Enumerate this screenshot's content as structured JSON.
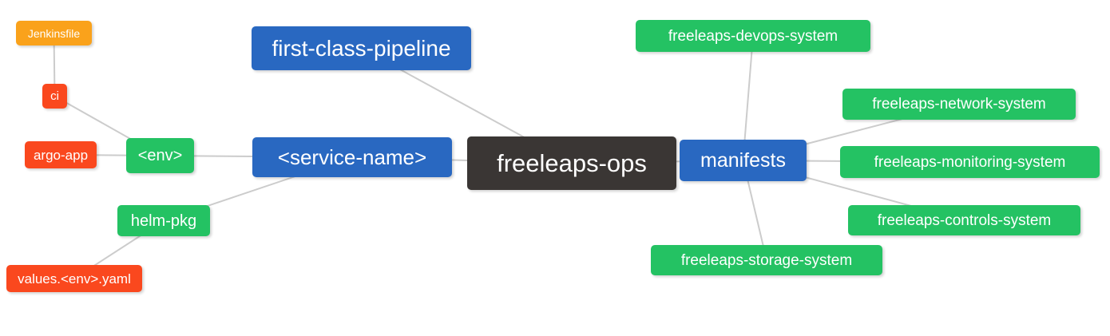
{
  "colors": {
    "background": "#ffffff",
    "edge": "#cccccc",
    "text": "#ffffff",
    "orange": "#FAA21B",
    "red": "#FA481E",
    "green": "#24C263",
    "blue": "#2968C1",
    "dark": "#3A3634"
  },
  "nodes": {
    "jenkinsfile": {
      "label": "Jenkinsfile",
      "color": "orange"
    },
    "ci": {
      "label": "ci",
      "color": "red"
    },
    "argo_app": {
      "label": "argo-app",
      "color": "red"
    },
    "env": {
      "label": "<env>",
      "color": "green"
    },
    "helm_pkg": {
      "label": "helm-pkg",
      "color": "green"
    },
    "values_yaml": {
      "label": "values.<env>.yaml",
      "color": "red"
    },
    "first_class_pipeline": {
      "label": "first-class-pipeline",
      "color": "blue"
    },
    "service_name": {
      "label": "<service-name>",
      "color": "blue"
    },
    "freeleaps_ops": {
      "label": "freeleaps-ops",
      "color": "dark"
    },
    "manifests": {
      "label": "manifests",
      "color": "blue"
    },
    "devops": {
      "label": "freeleaps-devops-system",
      "color": "green"
    },
    "network": {
      "label": "freeleaps-network-system",
      "color": "green"
    },
    "monitoring": {
      "label": "freeleaps-monitoring-system",
      "color": "green"
    },
    "controls": {
      "label": "freeleaps-controls-system",
      "color": "green"
    },
    "storage": {
      "label": "freeleaps-storage-system",
      "color": "green"
    }
  },
  "edges": [
    [
      "jenkinsfile",
      "ci"
    ],
    [
      "ci",
      "env"
    ],
    [
      "argo_app",
      "env"
    ],
    [
      "env",
      "service_name"
    ],
    [
      "helm_pkg",
      "service_name"
    ],
    [
      "values_yaml",
      "helm_pkg"
    ],
    [
      "first_class_pipeline",
      "freeleaps_ops"
    ],
    [
      "service_name",
      "freeleaps_ops"
    ],
    [
      "freeleaps_ops",
      "manifests"
    ],
    [
      "manifests",
      "devops"
    ],
    [
      "manifests",
      "network"
    ],
    [
      "manifests",
      "monitoring"
    ],
    [
      "manifests",
      "controls"
    ],
    [
      "manifests",
      "storage"
    ]
  ]
}
